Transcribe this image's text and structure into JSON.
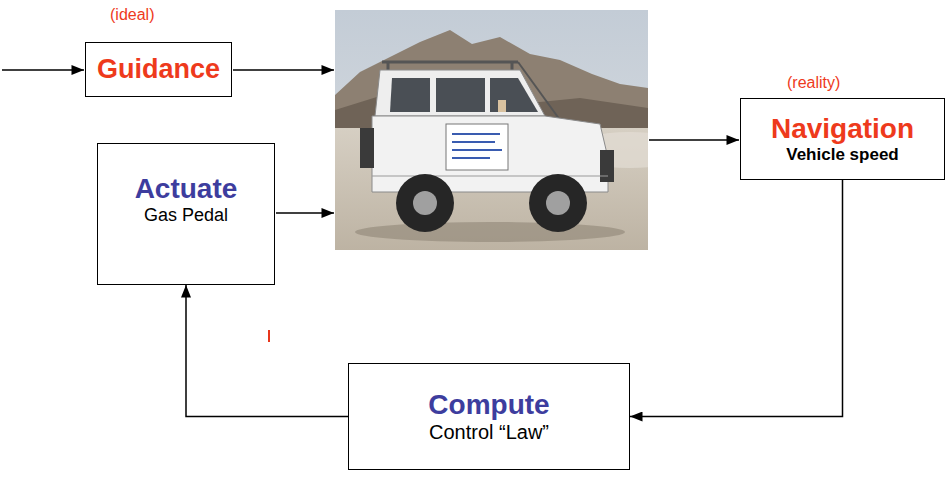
{
  "diagram": {
    "nodes": [
      {
        "text": [
          "Guidance"
        ]
      },
      {
        "text": [
          "Actuate",
          "Gas Pedal"
        ]
      },
      {
        "text": [
          "Navigation",
          "Vehicle speed"
        ]
      },
      {
        "text": [
          "Compute",
          "Control “Law”"
        ]
      }
    ],
    "edges": [
      {
        "from": 2,
        "to": 3,
        "arrow": "to"
      },
      {
        "from": 3,
        "to": 1,
        "arrow": "to"
      }
    ],
    "labels": [
      "(ideal)",
      "(reality)"
    ]
  }
}
